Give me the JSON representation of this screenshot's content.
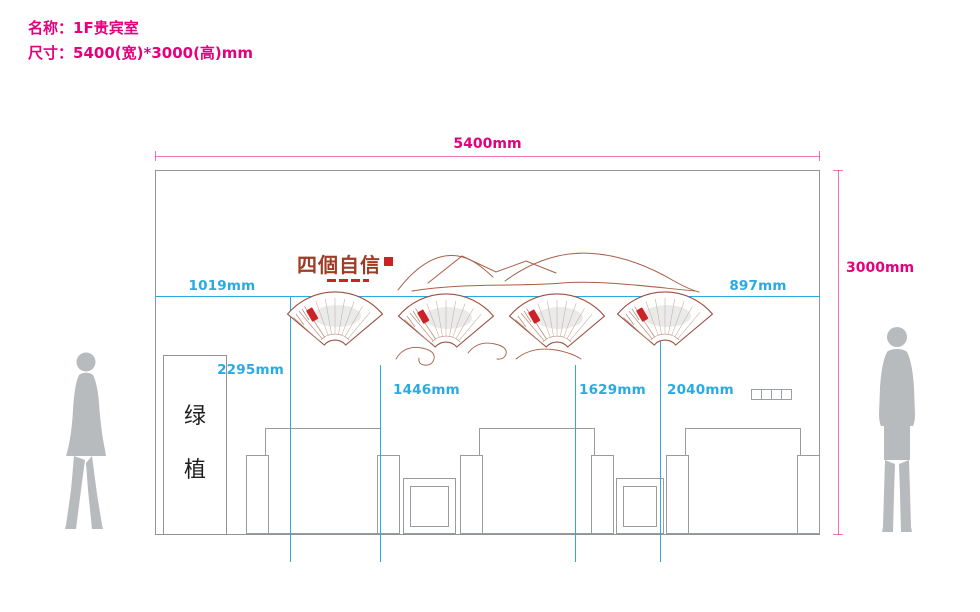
{
  "header": {
    "name_label": "名称：",
    "name_value": "1F贵宾室",
    "size_label": "尺寸：",
    "size_value": "5400(宽)*3000(高)mm"
  },
  "dimensions": {
    "overall_width": "5400mm",
    "overall_height": "3000mm",
    "left_offset": "1019mm",
    "right_offset": "897mm",
    "height_left": "2295mm",
    "height_mid_left": "1446mm",
    "height_mid_right": "1629mm",
    "height_right": "2040mm"
  },
  "artwork": {
    "title": "四個自信"
  },
  "labels": {
    "plant_top": "绿",
    "plant_bottom": "植"
  },
  "colors": {
    "dimension_magenta": "#e5007d",
    "dimension_blue": "#29abe2",
    "outline_gray": "#909497",
    "furniture_gray": "#989ca0",
    "artwork_brown": "#a86048",
    "logo_brown": "#9e3c26",
    "seal_red": "#cc2127",
    "silhouette_gray": "#b7bbbe"
  }
}
